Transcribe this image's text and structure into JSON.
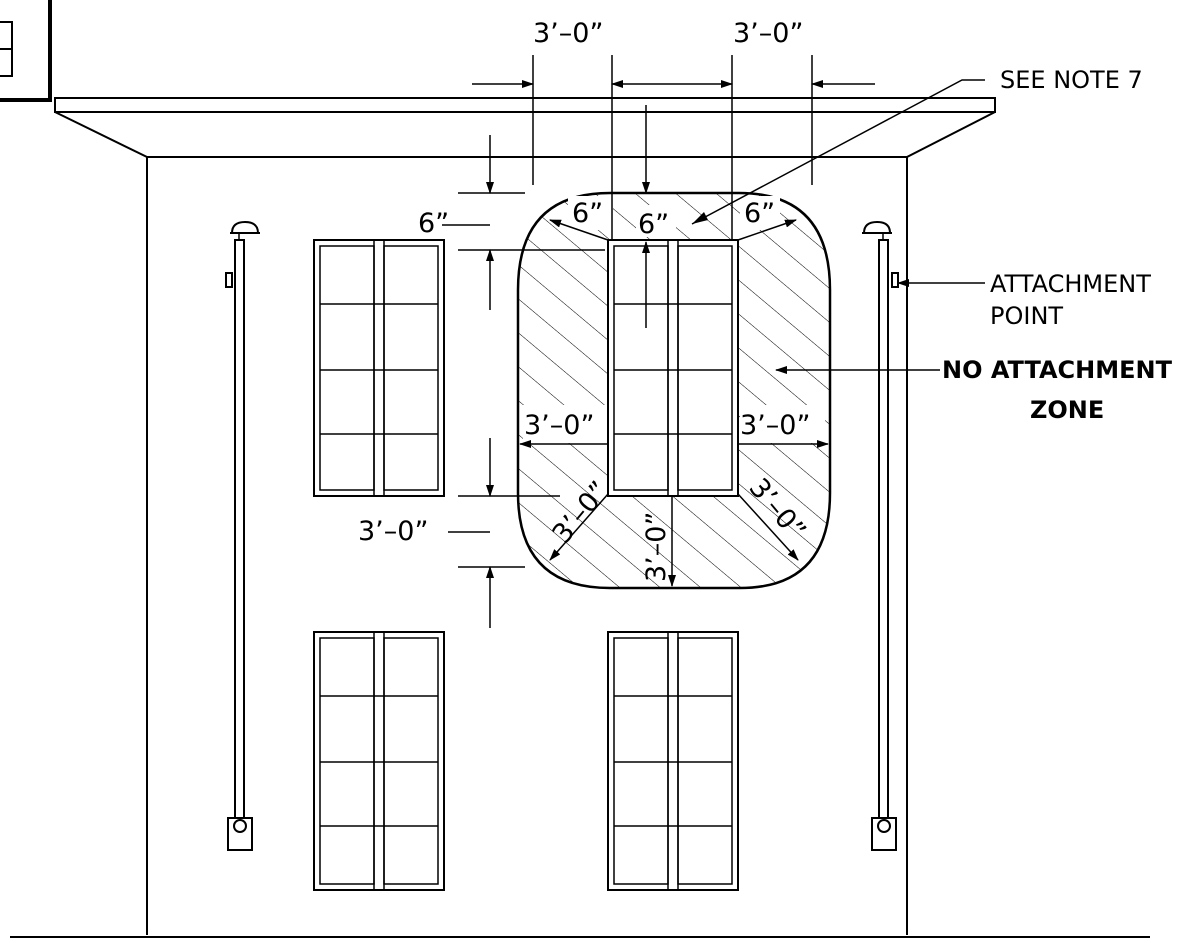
{
  "dimensions": {
    "top_left": "3’–0”",
    "top_right": "3’–0”",
    "left_six": "6”",
    "diag_left_six": "6”",
    "center_six": "6”",
    "diag_right_six": "6”",
    "side_left": "3’–0”",
    "side_right": "3’–0”",
    "bottom_left": "3’–0”",
    "diag_bottom_left": "3’–0”",
    "bottom_center": "3’–0”",
    "diag_bottom_right": "3’–0”"
  },
  "notes": {
    "see_note": "SEE NOTE 7",
    "attachment_point_line1": "ATTACHMENT",
    "attachment_point_line2": "POINT",
    "no_attachment_line1": "NO ATTACHMENT",
    "no_attachment_line2": "ZONE"
  }
}
